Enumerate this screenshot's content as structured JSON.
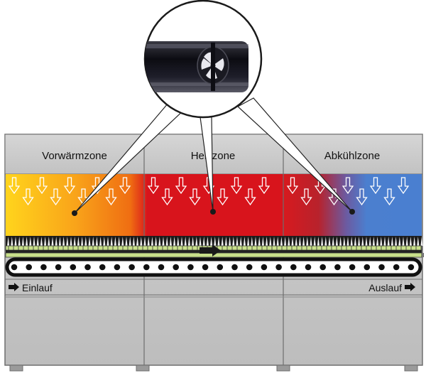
{
  "zones": [
    {
      "label": "Vorwärmzone"
    },
    {
      "label": "Heizzone"
    },
    {
      "label": "Abkühlzone"
    }
  ],
  "flow": {
    "inlet_label": "Einlauf",
    "outlet_label": "Auslauf"
  },
  "colors": {
    "frame_gray": "#c8c8c8",
    "frame_dark": "#8a8a8a",
    "preheat_start": "#ffd21a",
    "preheat_end": "#f07a10",
    "heat": "#d8141c",
    "cool": "#4a7fd0",
    "rail_green": "#c8e08a"
  },
  "icons": [
    "arrow-right-icon",
    "down-arrow-icon",
    "nozzle-icon"
  ]
}
